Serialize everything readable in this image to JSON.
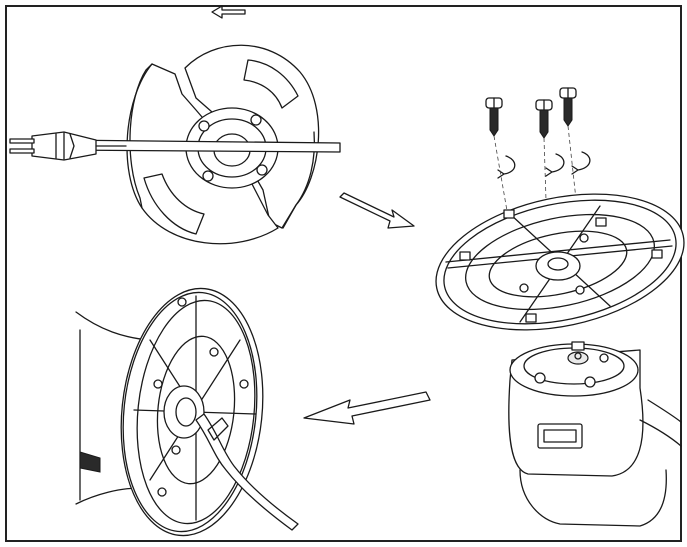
{
  "figure": {
    "steps": [
      {
        "name": "remove-disc-halves-from-cord"
      },
      {
        "name": "fasten-plate-with-three-screws"
      },
      {
        "name": "mount-cord-reel-on-housing"
      }
    ],
    "arrows": [
      "left",
      "down-right",
      "down-left"
    ],
    "colors": {
      "ink": "#1a1a1a",
      "background": "#ffffff",
      "frame": "#222222"
    }
  }
}
